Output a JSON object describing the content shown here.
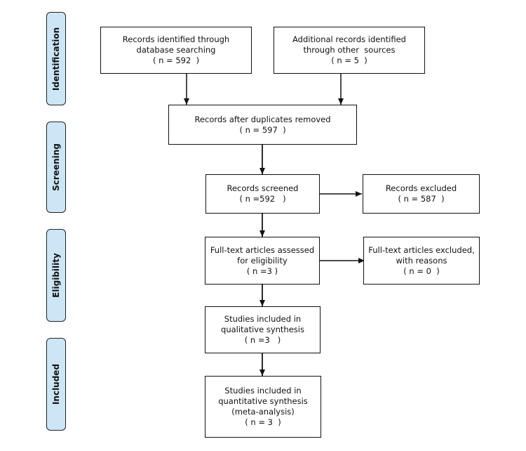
{
  "phases": {
    "identification": "Identification",
    "screening": "Screening",
    "eligibility": "Eligibility",
    "included": "Included"
  },
  "boxes": {
    "db_search": [
      "Records identified through",
      "database searching",
      "( n = 592  )"
    ],
    "other_sources": [
      "Additional records identified",
      "through other  sources",
      "( n = 5  )"
    ],
    "after_duplicates": [
      "Records after duplicates removed",
      "( n = 597  )"
    ],
    "screened": [
      "Records screened",
      "( n =592   )"
    ],
    "excluded": [
      "Records excluded",
      "( n = 587  )"
    ],
    "fulltext_assessed": [
      "Full-text articles assessed",
      "for eligibility",
      "( n =3 )"
    ],
    "fulltext_excluded": [
      "Full-text articles excluded,",
      "with reasons",
      "( n = 0  )"
    ],
    "qualitative": [
      "Studies included in",
      "qualitative synthesis",
      "( n =3   )"
    ],
    "quantitative": [
      "Studies included in",
      "quantitative synthesis",
      "(meta-analysis)",
      "( n = 3  )"
    ]
  },
  "colors": {
    "phase_fill": "#cce6f6",
    "stroke": "#111111"
  }
}
